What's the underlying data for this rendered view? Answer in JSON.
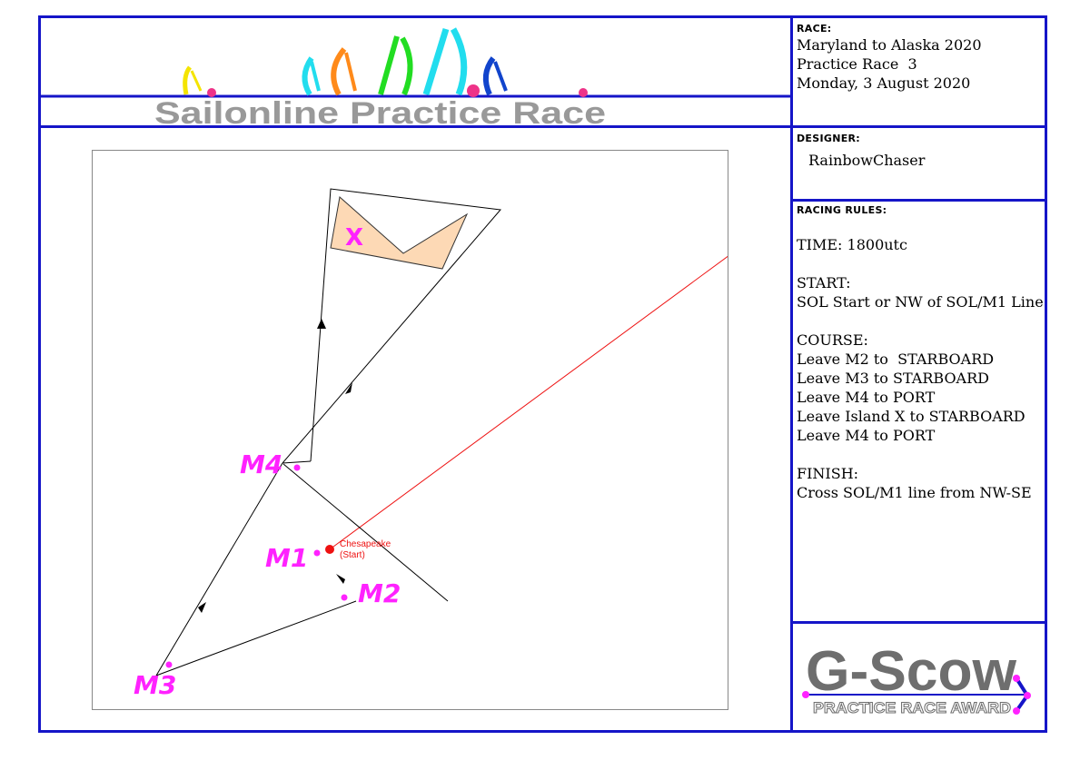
{
  "banner": {
    "title": "Sailonline Practice Race"
  },
  "race_info": {
    "label": "RACE:",
    "lines": [
      "Maryland to Alaska 2020",
      "Practice Race  3",
      "Monday, 3 August 2020"
    ]
  },
  "designer": {
    "label": "DESIGNER:",
    "name": "RainbowChaser"
  },
  "rules": {
    "label": "RACING RULES:",
    "time": "TIME: 1800utc",
    "start_heading": "START:",
    "start_text": "SOL Start or NW of SOL/M1 Line",
    "course_heading": "COURSE:",
    "course_items": [
      "Leave M2 to  STARBOARD",
      "Leave M3 to STARBOARD",
      "Leave M4 to PORT",
      "Leave Island X to STARBOARD",
      "Leave M4 to PORT"
    ],
    "finish_heading": "FINISH:",
    "finish_text": "Cross SOL/M1 line from NW-SE"
  },
  "map": {
    "marks": {
      "m1": "M1",
      "m2": "M2",
      "m3": "M3",
      "m4": "M4",
      "island": "X"
    },
    "start_label_line1": "Chesapeake",
    "start_label_line2": "(Start)"
  },
  "award": {
    "title": "G-Scow",
    "subtitle": "PRACTICE RACE AWARD"
  },
  "colors": {
    "frame": "#1515c8",
    "mark_label": "#ff22ff",
    "start_line": "#ee1111",
    "island_fill": "#fdd9b5"
  }
}
